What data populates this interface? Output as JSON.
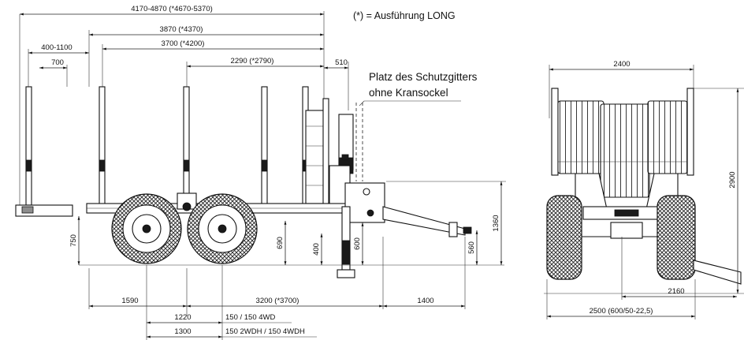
{
  "note_long": "(*) = Ausführung LONG",
  "guard_note": {
    "line1": "Platz des Schutzgitters",
    "line2": "ohne Kransockel"
  },
  "side_view": {
    "dim_total": "4170-4870 (*4670-5370)",
    "dim_3870": "3870 (*4370)",
    "dim_3700": "3700 (*4200)",
    "dim_400_1100": "400-1100",
    "dim_700": "700",
    "dim_2290": "2290 (*2790)",
    "dim_510": "510",
    "dim_750": "750",
    "dim_690": "690",
    "dim_400": "400",
    "dim_600": "600",
    "dim_560": "560",
    "dim_1360": "1360",
    "dim_1590": "1590",
    "dim_3200": "3200 (*3700)",
    "dim_1400": "1400",
    "dim_1220": "1220",
    "dim_1300": "1300",
    "tyre_1": "150 / 150 4WD",
    "tyre_2": "150 2WDH / 150 4WDH"
  },
  "rear_view": {
    "dim_2400": "2400",
    "dim_2900": "2900",
    "dim_2160": "2160",
    "dim_2500": "2500 (600/50-22,5)"
  }
}
